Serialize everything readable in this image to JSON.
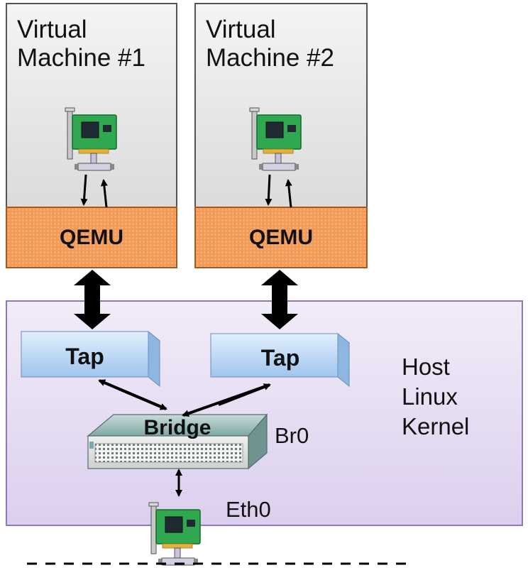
{
  "vm1": {
    "title_line1": "Virtual",
    "title_line2": "Machine #1",
    "qemu_label": "QEMU"
  },
  "vm2": {
    "title_line1": "Virtual",
    "title_line2": "Machine #2",
    "qemu_label": "QEMU"
  },
  "host": {
    "label_line1": "Host",
    "label_line2": "Linux",
    "label_line3": "Kernel"
  },
  "tap1": {
    "label": "Tap"
  },
  "tap2": {
    "label": "Tap"
  },
  "bridge": {
    "label": "Bridge",
    "name": "Br0"
  },
  "nic": {
    "name": "Eth0"
  },
  "colors": {
    "qemu": "#f39a57",
    "host": "#dccfee",
    "tap": "#bcd8f5",
    "bridge": "#8fb4b1",
    "nic_board": "#2fa84f"
  }
}
